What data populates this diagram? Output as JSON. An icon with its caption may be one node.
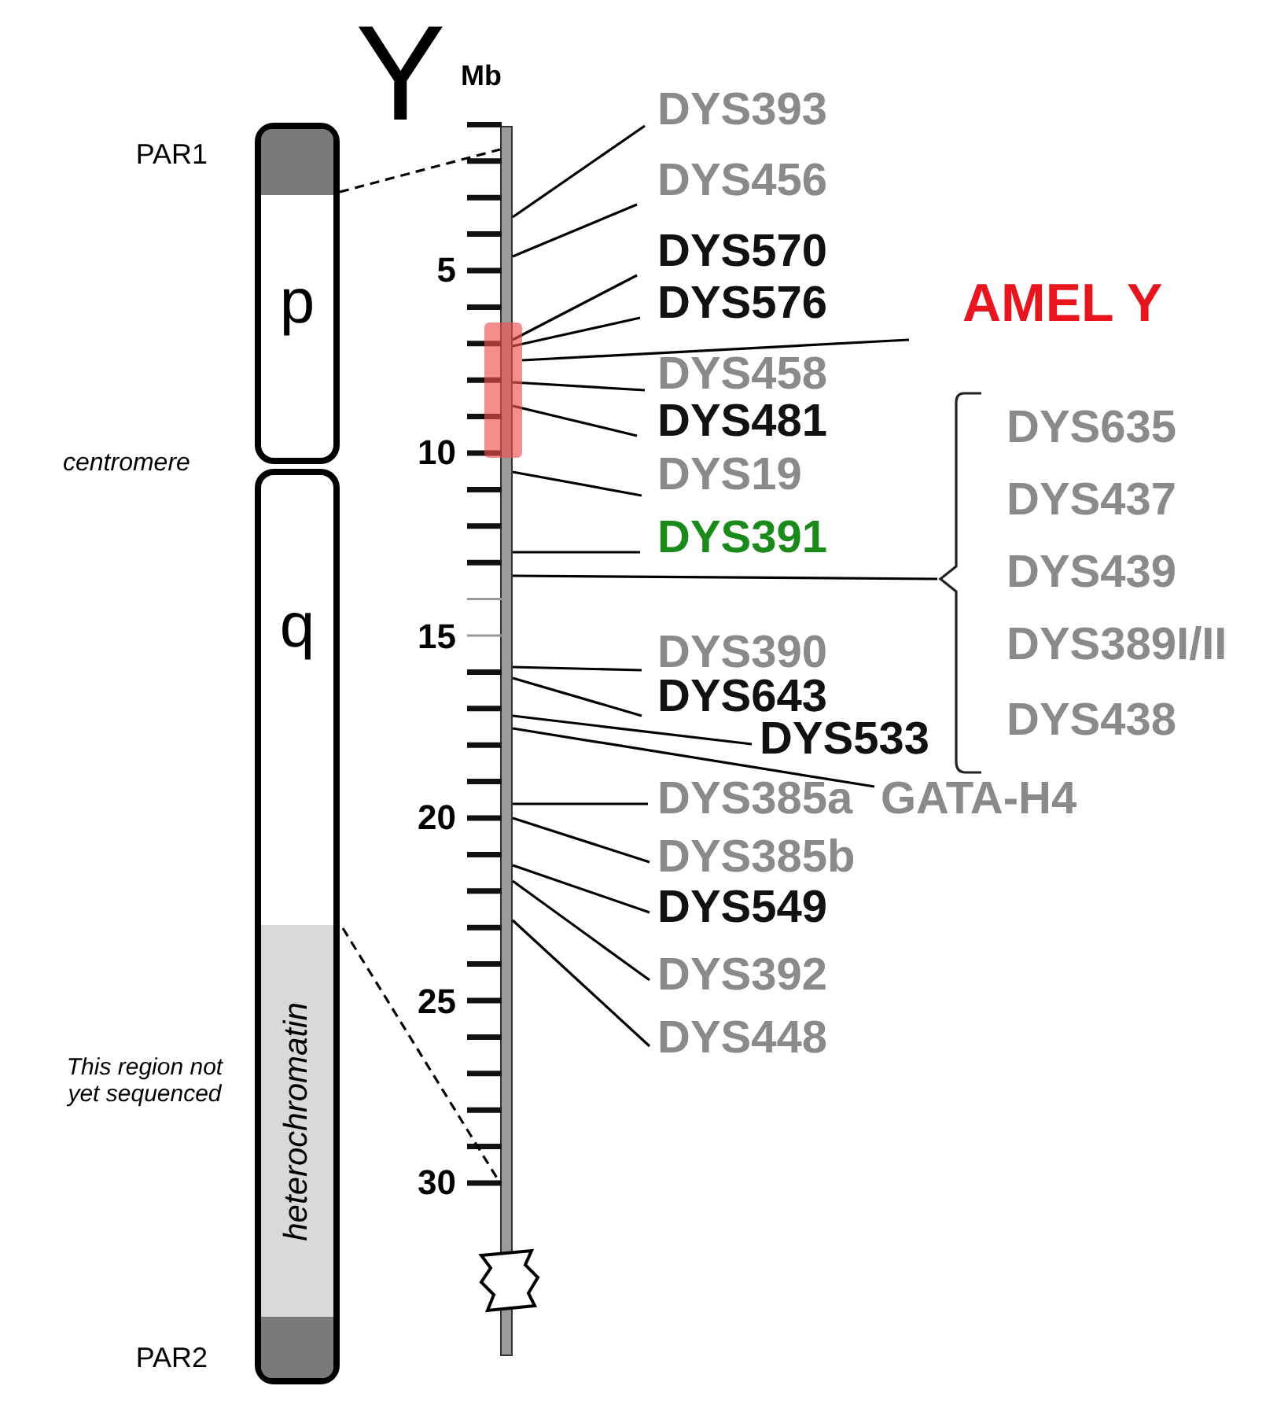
{
  "diagram": {
    "title": "Y",
    "nodes": [
      {
        "text": [
          "p"
        ]
      },
      {
        "text": [
          "PAR1"
        ],
        "in": 0
      },
      {
        "text": [
          "q"
        ]
      },
      {
        "text": [
          "heterochromatin"
        ],
        "in": 2,
        "beside": [
          "This region not yet sequenced"
        ]
      },
      {
        "text": [
          "PAR2"
        ],
        "in": 2
      },
      {
        "text": [],
        "shape": "bar"
      },
      {
        "text": [],
        "shape": "box"
      },
      {
        "text": [
          "DYS393"
        ]
      },
      {
        "text": [
          "DYS456"
        ]
      },
      {
        "text": [
          "DYS570"
        ]
      },
      {
        "text": [
          "DYS576"
        ]
      },
      {
        "text": [
          "AMEL Y"
        ]
      },
      {
        "text": [
          "DYS458"
        ]
      },
      {
        "text": [
          "DYS481"
        ]
      },
      {
        "text": [
          "DYS19"
        ]
      },
      {
        "text": [
          "DYS391"
        ]
      },
      {
        "text": [
          "DYS635",
          "DYS437",
          "DYS439",
          "DYS389I/II",
          "DYS438"
        ]
      },
      {
        "text": [
          "DYS390"
        ]
      },
      {
        "text": [
          "DYS643"
        ]
      },
      {
        "text": [
          "DYS533"
        ]
      },
      {
        "text": [
          "DYS385a"
        ]
      },
      {
        "text": [
          "GATA-H4"
        ]
      },
      {
        "text": [
          "DYS385b"
        ]
      },
      {
        "text": [
          "DYS549"
        ]
      },
      {
        "text": [
          "DYS392"
        ]
      },
      {
        "text": [
          "DYS448"
        ]
      }
    ],
    "edges": [
      {
        "from": 1,
        "to": 5,
        "arrow": "none",
        "style": "dashed"
      },
      {
        "from": 3,
        "to": 5,
        "arrow": "none",
        "style": "dashed"
      },
      {
        "from": 7,
        "to": 5,
        "arrow": "none"
      },
      {
        "from": 8,
        "to": 5,
        "arrow": "none"
      },
      {
        "from": 9,
        "to": 5,
        "arrow": "none"
      },
      {
        "from": 10,
        "to": 5,
        "arrow": "none"
      },
      {
        "from": 6,
        "to": 11,
        "arrow": "none"
      },
      {
        "from": 12,
        "to": 5,
        "arrow": "none"
      },
      {
        "from": 13,
        "to": 5,
        "arrow": "none"
      },
      {
        "from": 14,
        "to": 5,
        "arrow": "none"
      },
      {
        "from": 15,
        "to": 5,
        "arrow": "none"
      },
      {
        "from": 16,
        "to": 5,
        "arrow": "none"
      },
      {
        "from": 17,
        "to": 5,
        "arrow": "none"
      },
      {
        "from": 18,
        "to": 5,
        "arrow": "none"
      },
      {
        "from": 19,
        "to": 5,
        "arrow": "none"
      },
      {
        "from": 20,
        "to": 5,
        "arrow": "none"
      },
      {
        "from": 21,
        "to": 5,
        "arrow": "none"
      },
      {
        "from": 22,
        "to": 5,
        "arrow": "none"
      },
      {
        "from": 23,
        "to": 5,
        "arrow": "none"
      },
      {
        "from": 24,
        "to": 5,
        "arrow": "none"
      },
      {
        "from": 25,
        "to": 5,
        "arrow": "none"
      }
    ],
    "labels": [
      "Mb",
      "5",
      "10",
      "15",
      "20",
      "25",
      "30",
      "centromere"
    ]
  }
}
